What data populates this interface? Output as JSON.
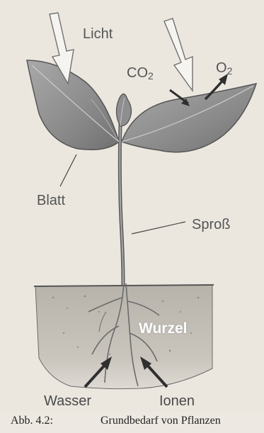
{
  "labels": {
    "licht": "Licht",
    "o2_base": "O",
    "o2_sub": "2",
    "co2_base": "CO",
    "co2_sub": "2",
    "blatt": "Blatt",
    "spross": "Sproß",
    "wurzel": "Wurzel",
    "wasser": "Wasser",
    "ionen": "Ionen"
  },
  "caption": {
    "number": "Abb. 4.2:",
    "text": "Grundbedarf von Pflanzen"
  },
  "colors": {
    "leaf": "#8f8f8f",
    "soil": "#b9b5ad",
    "arrow_light": "#f4f2ee",
    "arrow_dark": "#3c3c3c"
  }
}
